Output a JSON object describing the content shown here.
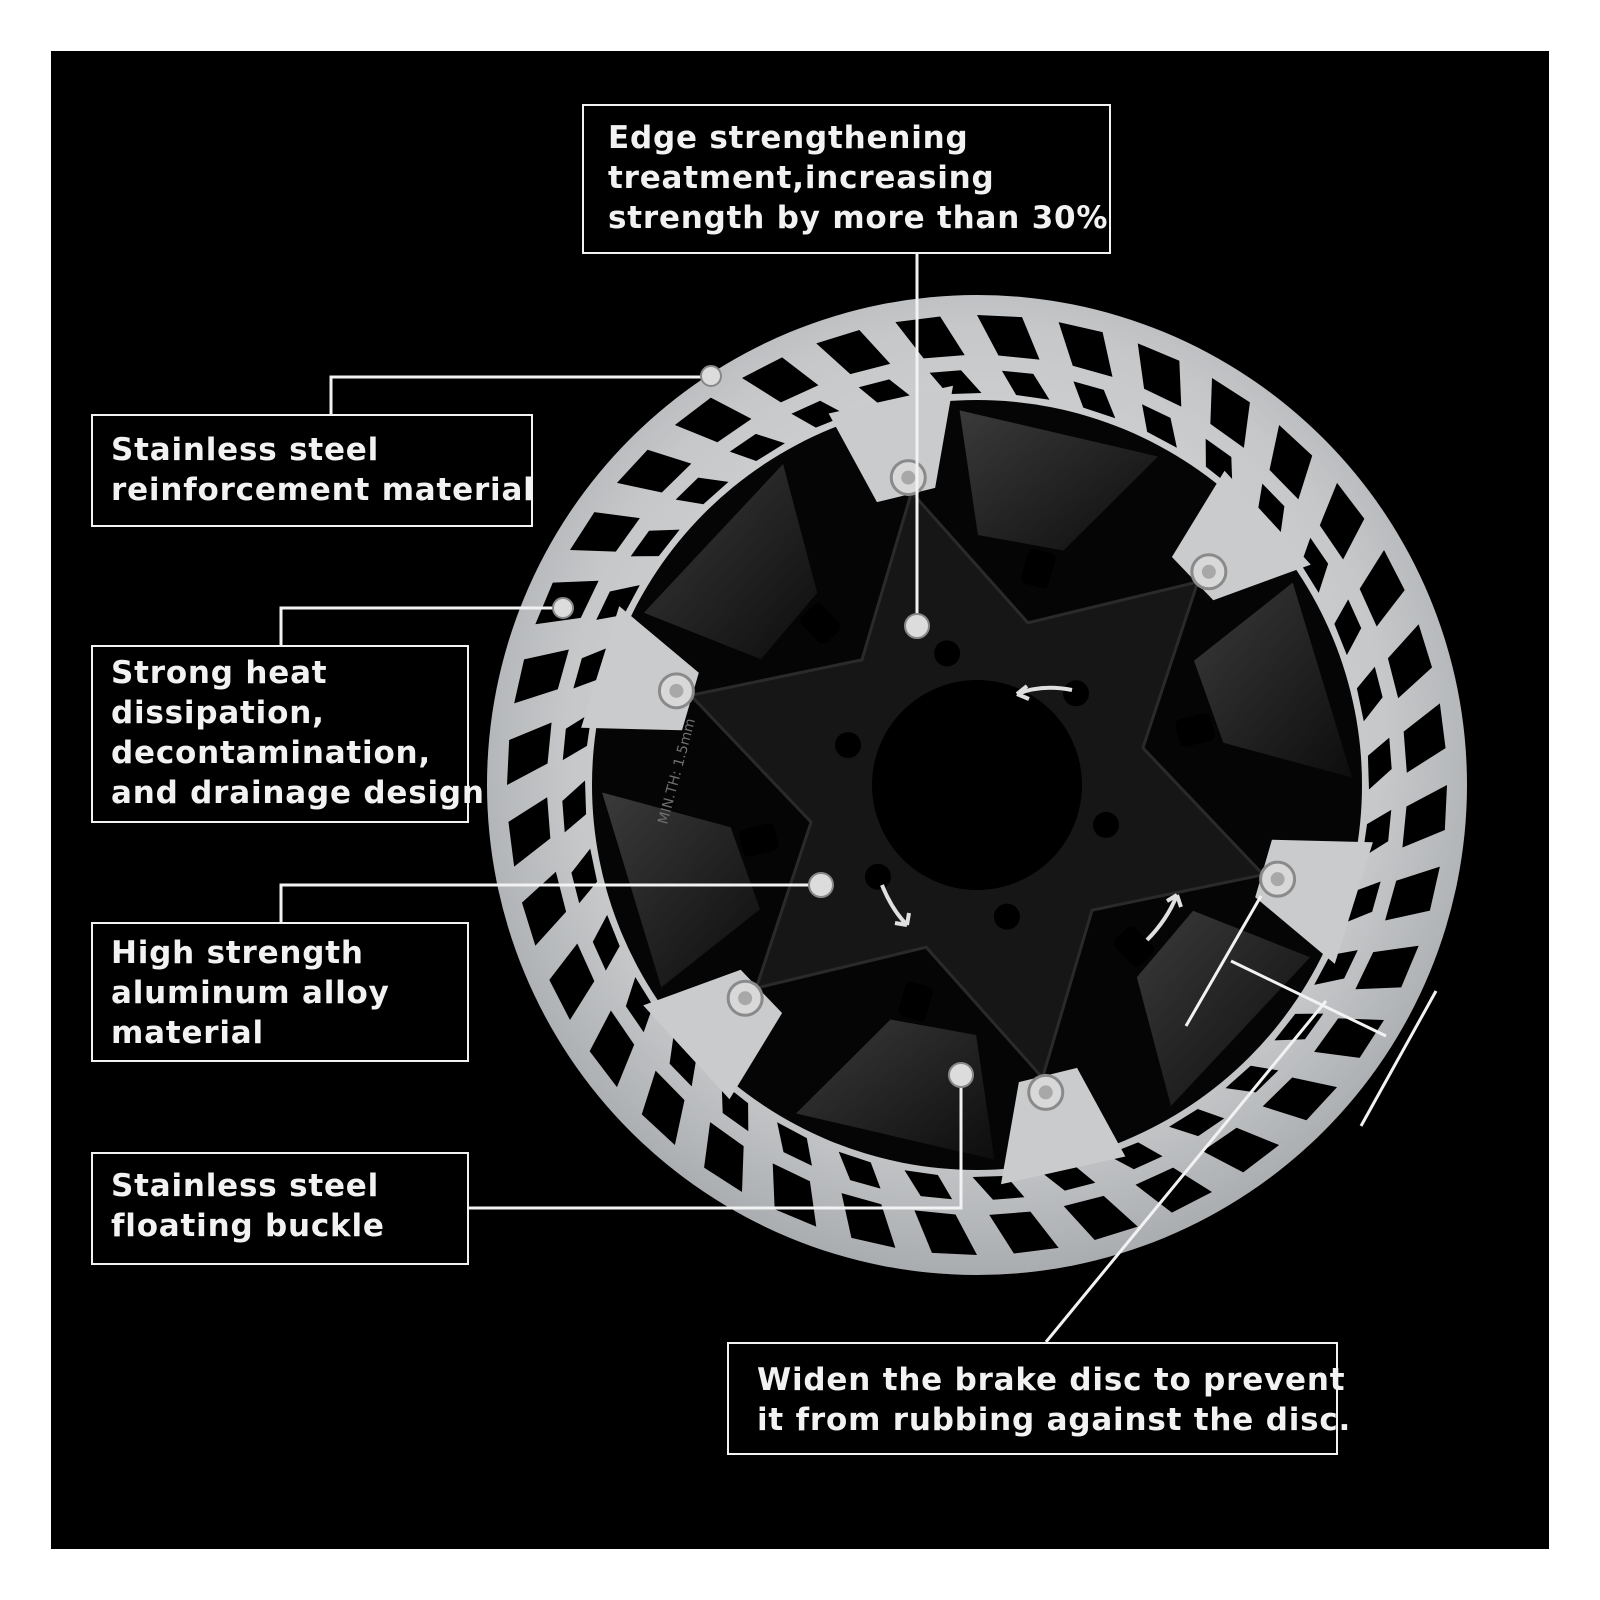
{
  "callouts": {
    "edge": {
      "lines": [
        "Edge strengthening",
        "treatment,increasing",
        "strength by more than 30%"
      ]
    },
    "stainless_reinforcement": {
      "lines": [
        "Stainless steel",
        "reinforcement material"
      ]
    },
    "heat_dissipation": {
      "lines": [
        "Strong heat",
        "dissipation,",
        "decontamination,",
        "and drainage design"
      ]
    },
    "aluminum": {
      "lines": [
        "High strength",
        "aluminum alloy",
        "material"
      ]
    },
    "floating_buckle": {
      "lines": [
        "Stainless steel",
        "floating buckle"
      ]
    },
    "widen": {
      "lines": [
        "Widen the brake disc to prevent",
        "it from rubbing against the disc."
      ]
    }
  },
  "product": {
    "name": "brake-disc-rotor-icon",
    "spider_engraving": "MIN.TH: 1.5mm"
  },
  "colors": {
    "background": "#000000",
    "frame": "#ffffff",
    "steel": "#cfd1d3",
    "spider": "#141414",
    "callout_border": "#f2f2f2"
  }
}
